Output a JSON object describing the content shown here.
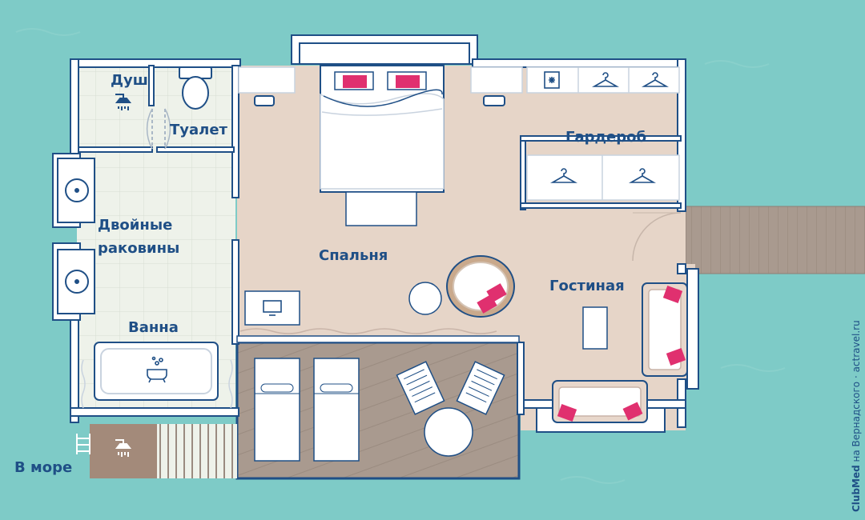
{
  "floorplan": {
    "rooms": {
      "shower": "Душ",
      "toilet": "Туалет",
      "sinks_line1": "Двойные",
      "sinks_line2": "раковины",
      "bath": "Ванна",
      "bedroom": "Спальня",
      "wardrobe": "Гардероб",
      "living": "Гостиная",
      "to_sea": "В море"
    },
    "credit": {
      "brand": "ClubMed",
      "text": " на Вернадского · actravel.ru"
    }
  },
  "colors": {
    "water": "#7ecbc7",
    "floor": "#e6d5c8",
    "terrace": "#a99a8f",
    "bath_floor": "#eef2ea",
    "wall": "#1f4f86",
    "accent_pillow": "#e0306f",
    "text": "#1f4f86"
  }
}
